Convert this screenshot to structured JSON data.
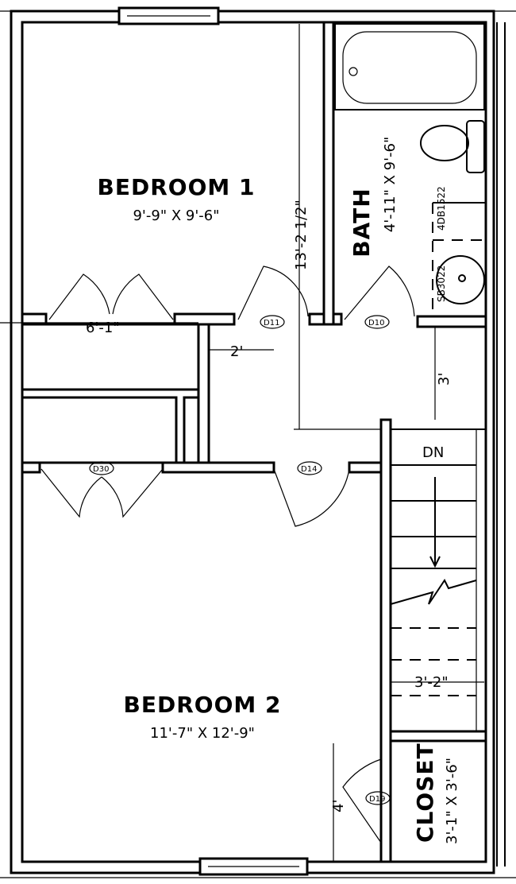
{
  "rooms": {
    "bedroom1": {
      "name": "BEDROOM 1",
      "size": "9'-9\" X 9'-6\""
    },
    "bath": {
      "name": "BATH",
      "size": "4'-11\" X 9'-6\""
    },
    "bedroom2": {
      "name": "BEDROOM 2",
      "size": "11'-7\" X 12'-9\""
    },
    "closet": {
      "name": "CLOSET",
      "size": "3'-1\" X 3'-6\""
    }
  },
  "dimensions": {
    "closet_width": "6'-1\"",
    "hall_offset": "2'",
    "bedroom1_depth": "13'-2 1/2\"",
    "hall_width": "3'",
    "stair_width": "3'-2\"",
    "closet_door": "4'"
  },
  "doors": [
    "D11",
    "D10",
    "D30",
    "D14",
    "D19"
  ],
  "fixtures": {
    "cabinet": "4DB1522",
    "sink": "SB3022"
  },
  "stair": {
    "label": "DN"
  }
}
